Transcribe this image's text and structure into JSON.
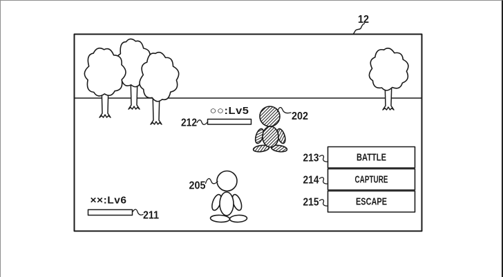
{
  "figure": {
    "frame_ref": "12",
    "enemy": {
      "ref": "202",
      "level_text": "○○:Lv5",
      "bar_ref": "212"
    },
    "player": {
      "ref": "205",
      "level_text": "××:Lv6",
      "bar_ref": "211"
    },
    "menu": {
      "items": [
        {
          "ref": "213",
          "label": "BATTLE"
        },
        {
          "ref": "214",
          "label": "CAPTURE"
        },
        {
          "ref": "215",
          "label": "ESCAPE"
        }
      ]
    }
  },
  "colors": {
    "line": "#1a1a1a",
    "background": "#ffffff"
  }
}
